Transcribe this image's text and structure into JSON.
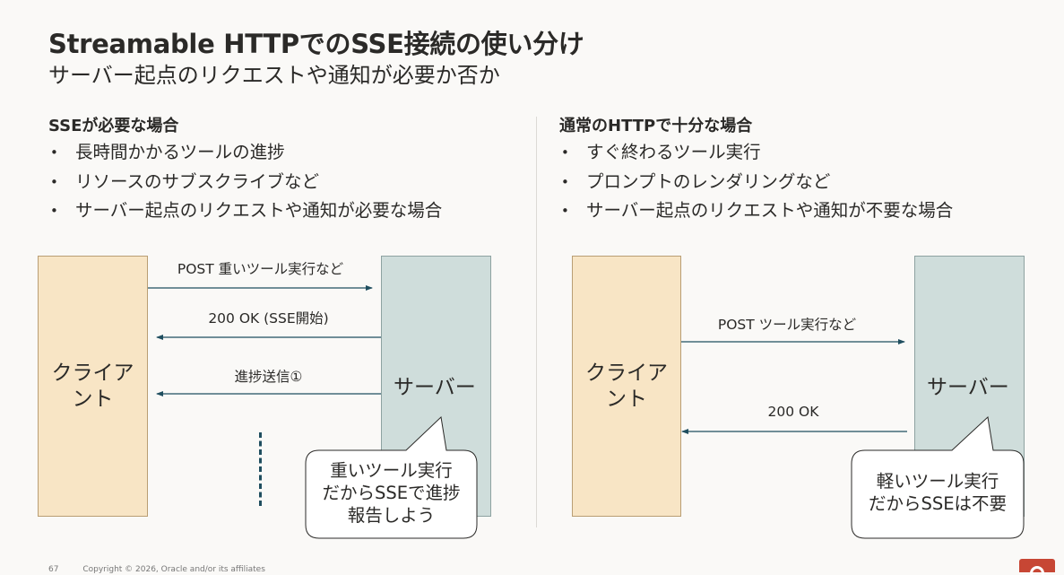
{
  "header": {
    "title": "Streamable HTTPでのSSE接続の使い分け",
    "subtitle": "サーバー起点のリクエストや通知が必要か否か"
  },
  "left": {
    "heading": "SSEが必要な場合",
    "bullets": [
      "長時間かかるツールの進捗",
      "リソースのサブスクライブなど",
      "サーバー起点のリクエストや通知が必要な場合"
    ],
    "client_lines": [
      "クライア",
      "ント"
    ],
    "server": "サーバー",
    "messages": [
      "POST 重いツール実行など",
      "200 OK (SSE開始)",
      "進捗送信①"
    ],
    "bubble_lines": [
      "重いツール実行",
      "だからSSEで進捗",
      "報告しよう"
    ]
  },
  "right": {
    "heading": "通常のHTTPで十分な場合",
    "bullets": [
      "すぐ終わるツール実行",
      "プロンプトのレンダリングなど",
      "サーバー起点のリクエストや通知が不要な場合"
    ],
    "client_lines": [
      "クライア",
      "ント"
    ],
    "server": "サーバー",
    "messages": [
      "POST ツール実行など",
      "200 OK"
    ],
    "bubble_lines": [
      "軽いツール実行",
      "だからSSEは不要"
    ]
  },
  "footer": {
    "page": "67",
    "copyright": "Copyright © 2026, Oracle and/or its affiliates"
  },
  "bullet_glyph": "•",
  "colors": {
    "client_fill": "#f8e5c5",
    "server_fill": "#cfdddb",
    "arrow": "#1f4e5f",
    "brand": "#c74634"
  }
}
